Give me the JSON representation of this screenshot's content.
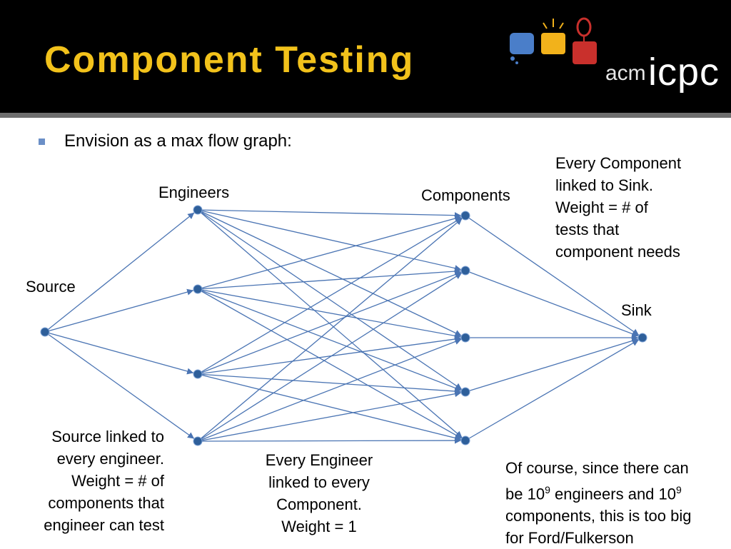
{
  "slide": {
    "title": "Component Testing",
    "bullet": "Envision as a max flow graph:"
  },
  "logo": {
    "acm": "acm",
    "icpc": "icpc"
  },
  "labels": {
    "engineers": "Engineers",
    "components": "Components",
    "source": "Source",
    "sink": "Sink"
  },
  "notes": {
    "component_sink": [
      "Every Component",
      "linked to Sink.",
      "Weight = # of",
      "tests that",
      "component needs"
    ],
    "source_engineer": [
      "Source linked to",
      "every engineer.",
      "Weight = # of",
      "components that",
      "engineer can test"
    ],
    "engineer_component": [
      "Every Engineer",
      "linked to every",
      "Component.",
      "Weight = 1"
    ],
    "ford_fulkerson": {
      "line1": "Of course, since there can",
      "line2_a": "be 10",
      "line2_sup": "9",
      "line2_b": " engineers and 10",
      "line2_sup2": "9",
      "line3": "components, this is too big",
      "line4": "for Ford/Fulkerson"
    }
  },
  "colors": {
    "edge": "#4a74b3",
    "node": "#2e5f9a",
    "title": "#f2c21b",
    "header": "#000000"
  },
  "graph": {
    "engineer_count": 4,
    "component_count": 5
  }
}
